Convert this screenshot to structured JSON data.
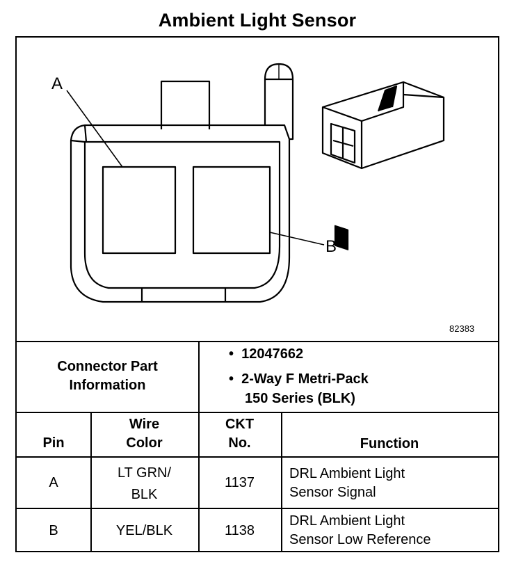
{
  "title": "Ambient Light Sensor",
  "diagram": {
    "pin_a_label": "A",
    "pin_b_label": "B",
    "figure_number": "82383"
  },
  "connector_info": {
    "label_line1": "Connector Part",
    "label_line2": "Information",
    "part_number": "12047662",
    "description_line1": "2-Way F Metri-Pack",
    "description_line2": "150 Series (BLK)",
    "bullet": "•"
  },
  "table": {
    "headers": {
      "pin": "Pin",
      "wire_color_line1": "Wire",
      "wire_color_line2": "Color",
      "ckt_line1": "CKT",
      "ckt_line2": "No.",
      "function": "Function"
    },
    "rows": [
      {
        "pin": "A",
        "color_line1": "LT GRN/",
        "color_line2": "BLK",
        "ckt": "1137",
        "function_line1": "DRL Ambient Light",
        "function_line2": "Sensor Signal"
      },
      {
        "pin": "B",
        "color_line1": "YEL/BLK",
        "color_line2": "",
        "ckt": "1138",
        "function_line1": "DRL Ambient Light",
        "function_line2": "Sensor Low Reference"
      }
    ]
  }
}
